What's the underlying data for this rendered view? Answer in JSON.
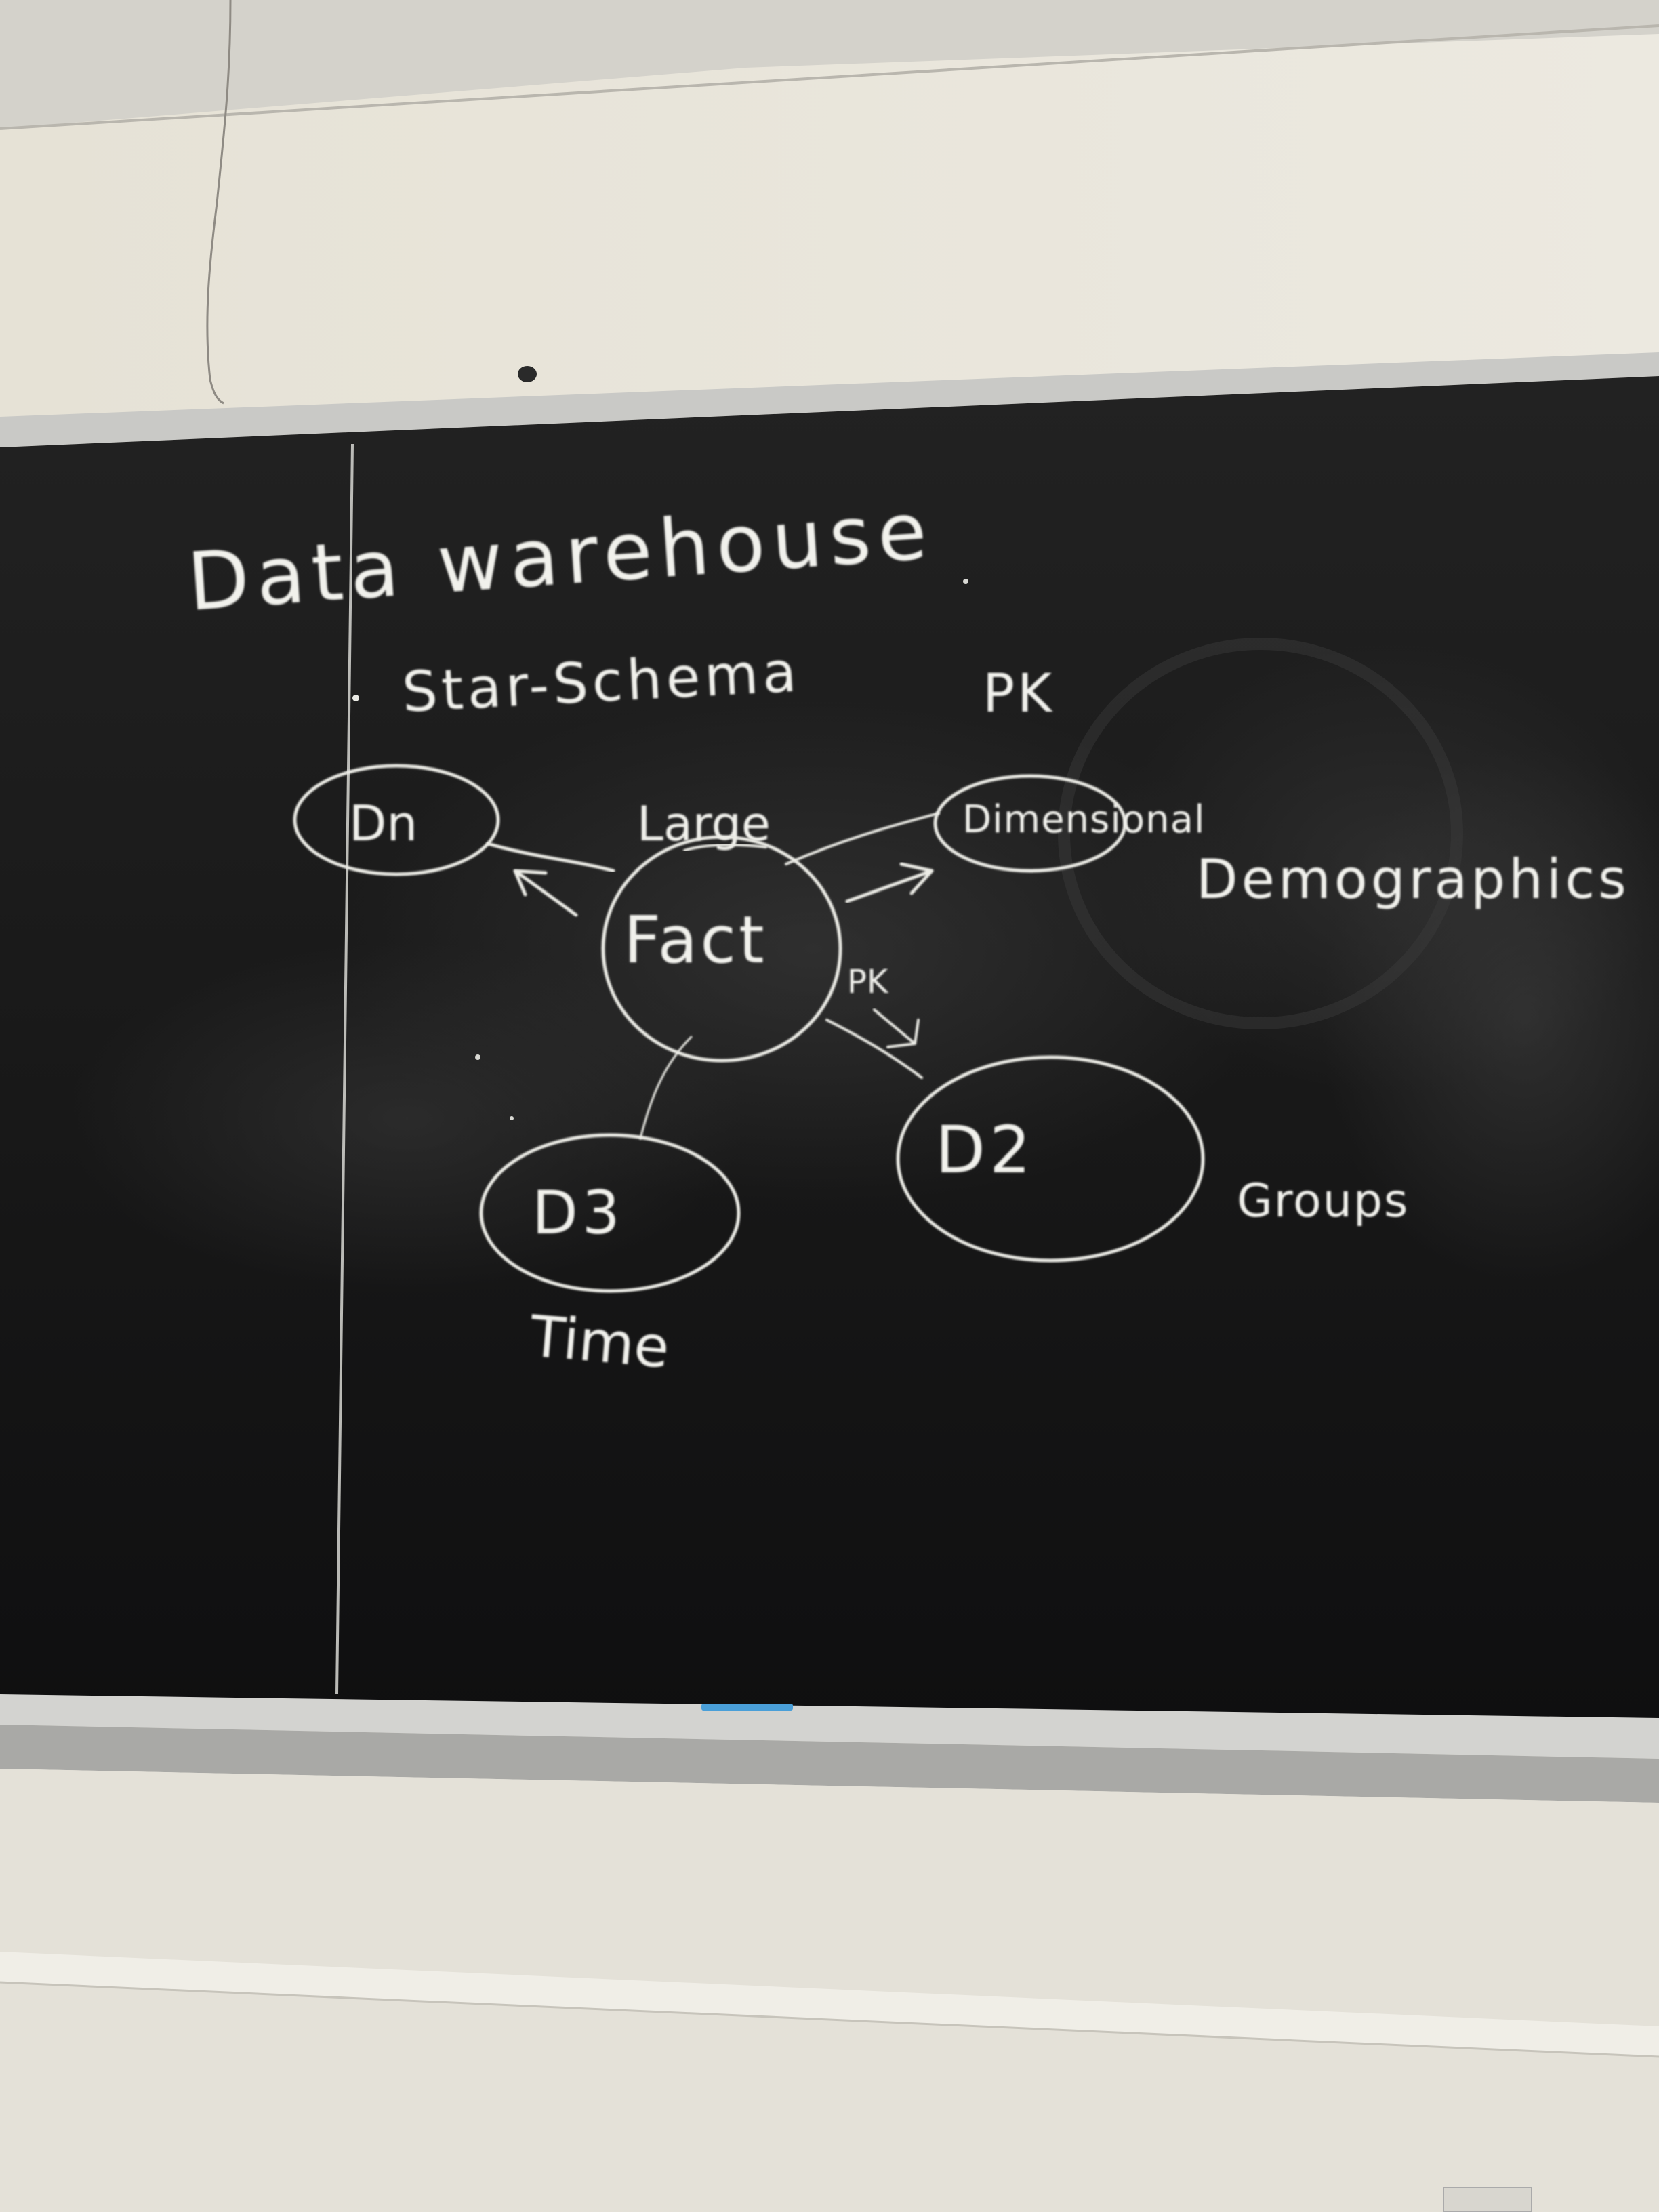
{
  "board": {
    "title": "Data warehouse",
    "subtitle": "Star-Schema",
    "fact_node": "Fact",
    "fact_annotation": "Large",
    "nodes": [
      {
        "label": "Dn",
        "annotation": ""
      },
      {
        "label": "Dimensional",
        "annotation": "Demographics"
      },
      {
        "label": "D2",
        "annotation": "Groups"
      },
      {
        "label": "D3",
        "annotation": "Time"
      }
    ],
    "pk_labels": [
      "PK",
      "PK"
    ]
  },
  "colors": {
    "chalkboard": "#161616",
    "chalk": "#f1f1ec",
    "wall": "#e9e6dc",
    "frame": "#c9c9c6",
    "eraser_tag": "#4a9fd8"
  }
}
